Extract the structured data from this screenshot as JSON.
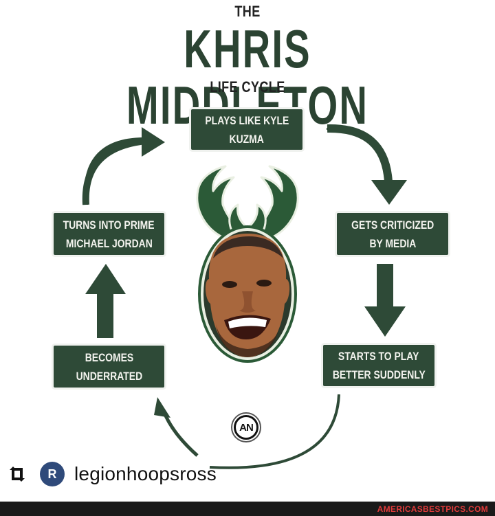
{
  "header": {
    "pretitle": "THE",
    "title": "KHRIS MIDDLETON",
    "subtitle": "LIFE CYCLE"
  },
  "cycle": {
    "steps": [
      {
        "line1": "PLAYS LIKE KYLE",
        "line2": "KUZMA"
      },
      {
        "line1": "GETS CRITICIZED",
        "line2": "BY MEDIA"
      },
      {
        "line1": "STARTS TO PLAY",
        "line2": "BETTER SUDDENLY"
      },
      {
        "line1": "BECOMES",
        "line2": "UNDERRATED"
      },
      {
        "line1": "TURNS INTO PRIME",
        "line2": "MICHAEL JORDAN"
      }
    ],
    "center_image": "bucks-antlers-player-face",
    "watermark_logo": "AN"
  },
  "repost": {
    "icon": "repost-icon",
    "avatar_letter": "R",
    "username": "legionhoopsross"
  },
  "footer": {
    "site": "AMERICASBESTPICS.COM"
  },
  "colors": {
    "brand_green": "#2e4a37",
    "title_green": "#2b4332",
    "box_text": "#f4f4ef",
    "footer_bg": "#1a1a1a",
    "footer_text": "#e03b3b",
    "avatar_bg": "#2f4a7a"
  }
}
